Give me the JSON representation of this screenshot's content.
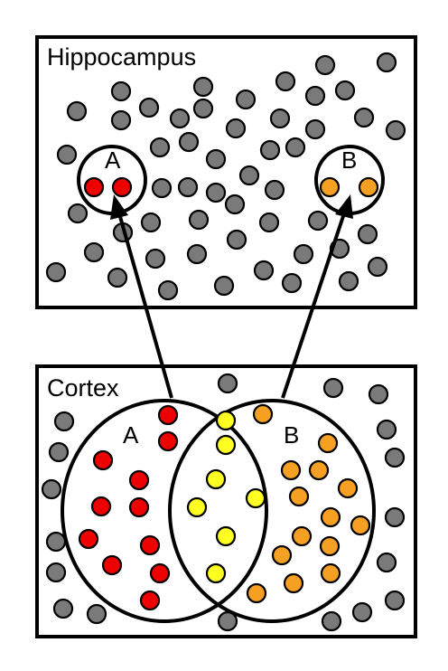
{
  "hippocampus": {
    "title": "Hippocampus",
    "label_a": "A",
    "label_b": "B"
  },
  "cortex": {
    "title": "Cortex",
    "label_a": "A",
    "label_b": "B"
  },
  "colors": {
    "neutral": "#7a7a7a",
    "a": "#ee0000",
    "b": "#f5a023",
    "overlap": "#ffff22",
    "outline": "#000000"
  }
}
